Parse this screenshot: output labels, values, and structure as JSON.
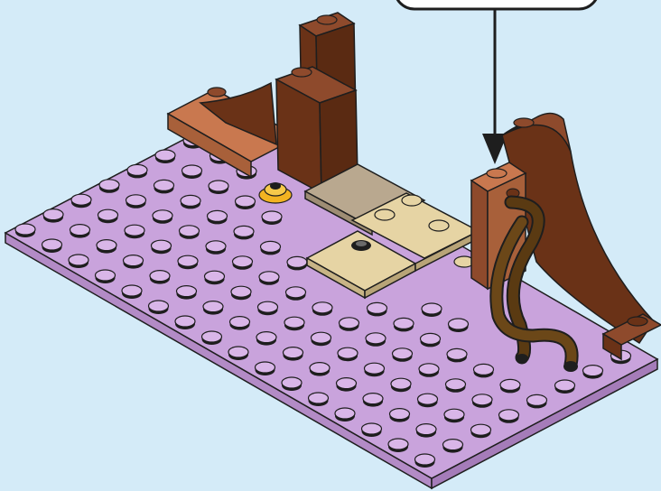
{
  "illustration": {
    "subject": "building-step-baseplate-with-bricks",
    "callout_box_text": "",
    "baseplate": {
      "studs_per_row": 16,
      "rows": 8
    },
    "colors": {
      "background": "#d4ebf8",
      "baseplate_top": "#c9a3dc",
      "baseplate_side": "#b38bc6",
      "stud_top": "#d9b6e8",
      "reddish_brown_light": "#8e4a2c",
      "reddish_brown_dark": "#6a3217",
      "medium_nougat": "#c9784f",
      "tan": "#e6d4a4",
      "tan_dark": "#c8b486",
      "dark_tan": "#b9a88f",
      "vine": "#5a3a12",
      "pearl_gold": "#f3b321",
      "outline": "#1e1e1e"
    },
    "icons": {
      "arrow": "arrow-down-icon",
      "vine": "vine-icon",
      "flower": "flower-stud-icon"
    }
  }
}
